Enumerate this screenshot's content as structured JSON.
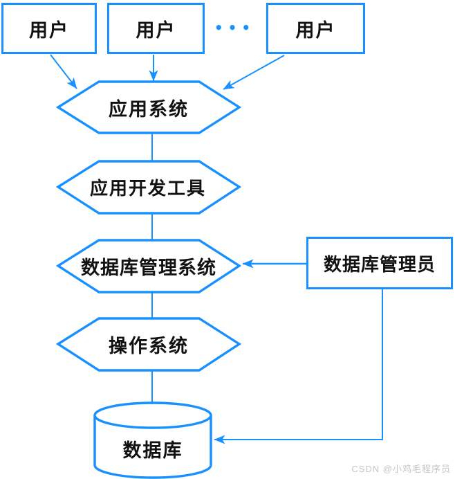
{
  "diagram": {
    "nodes": {
      "user1": "用户",
      "user2": "用户",
      "user3": "用户",
      "app_system": "应用系统",
      "dev_tools": "应用开发工具",
      "dbms": "数据库管理系统",
      "dba": "数据库管理员",
      "os": "操作系统",
      "database": "数据库"
    },
    "ellipsis": "•••",
    "watermark": "CSDN @小鸡毛程序员",
    "colors": {
      "line": "#1890FF",
      "text": "#111111",
      "watermark": "#C5C5C5",
      "background": "#FFFFFF"
    }
  }
}
